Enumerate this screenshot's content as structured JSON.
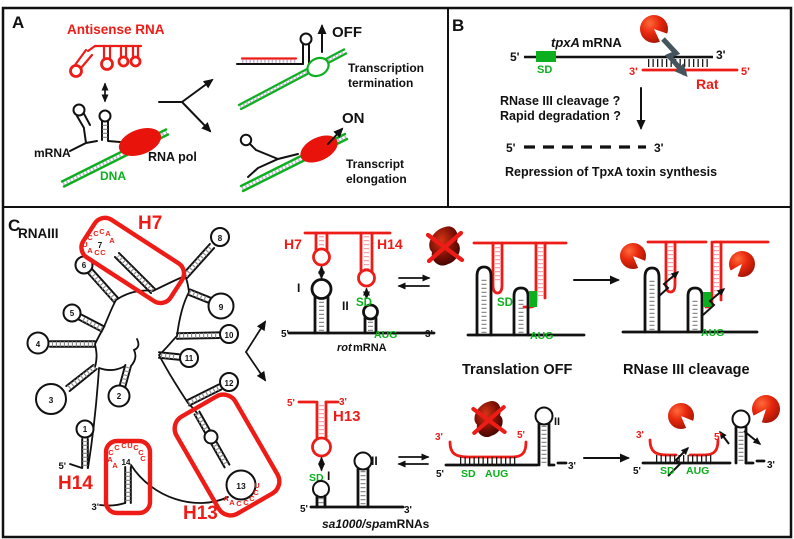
{
  "sym": {
    "five": "5'",
    "three": "3'"
  },
  "colors": {
    "red": "#ee1c17",
    "green": "#0cb01e",
    "ribosome_dark": "#5a0e04",
    "pacman_red": "#e8280e"
  },
  "panel_a": {
    "label": "A",
    "antisense": "Antisense RNA",
    "mrna": "mRNA",
    "rna_pol": "RNA pol",
    "dna": "DNA",
    "off": "OFF",
    "on": "ON",
    "term1": "Transcription",
    "term2": "termination",
    "elong1": "Transcript",
    "elong2": "elongation"
  },
  "panel_b": {
    "label": "B",
    "gene": "tpxA",
    "gene_rest": "mRNA",
    "sd": "SD",
    "rat": "Rat",
    "q1": "RNase III cleavage ?",
    "q2": "Rapid degradation ?",
    "repression": "Repression of TpxA toxin synthesis"
  },
  "panel_c": {
    "label": "C",
    "rnaiii": "RNAIII",
    "h7": "H7",
    "h13": "H13",
    "h14": "H14",
    "loops": [
      "1",
      "2",
      "3",
      "4",
      "5",
      "6",
      "7",
      "8",
      "9",
      "10",
      "11",
      "12",
      "13",
      "14"
    ],
    "h7_letters": [
      "C",
      "C",
      "C",
      "A",
      "U",
      "A",
      "A",
      "C",
      "C"
    ],
    "h14_letters": [
      "A",
      "A",
      "C",
      "C",
      "C",
      "U",
      "C",
      "C",
      "C"
    ],
    "h13_letters": [
      "A",
      "A",
      "C",
      "C",
      "C",
      "C",
      "U"
    ],
    "rot": {
      "h7": "H7",
      "h14": "H14",
      "i": "I",
      "ii": "II",
      "sd": "SD",
      "aug": "AUG",
      "gene": "rot",
      "gene_rest": "mRNA",
      "state_off": "Translation OFF",
      "state_cleave": "RNase III cleavage"
    },
    "spa": {
      "h13": "H13",
      "i": "I",
      "ii": "II",
      "sd": "SD",
      "aug": "AUG",
      "genes": "sa1000/spa",
      "genes_rest": "mRNAs"
    }
  }
}
